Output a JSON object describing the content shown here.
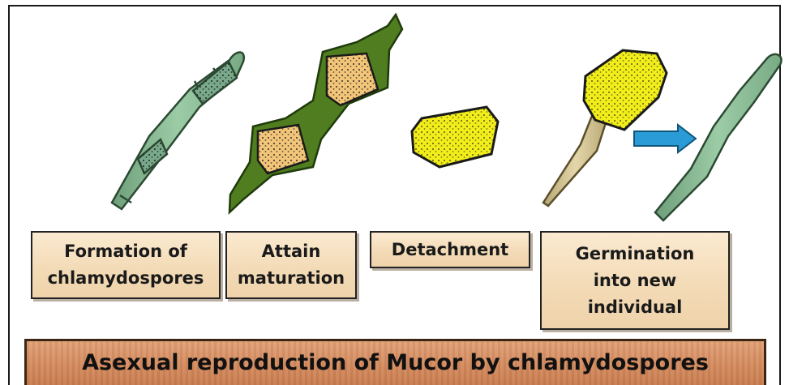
{
  "steps": [
    {
      "label_lines": [
        "Formation of",
        "chlamydospores"
      ]
    },
    {
      "label_lines": [
        "Attain",
        "maturation"
      ]
    },
    {
      "label_lines": [
        "Detachment"
      ]
    },
    {
      "label_lines": [
        "Germination",
        "into new",
        "individual"
      ]
    }
  ],
  "title": "Asexual reproduction of Mucor by chlamydospores",
  "colors": {
    "hypha_green": "#8fc29a",
    "dark_hypha": "#4c7a1d",
    "spore_orange": "#f2c579",
    "spore_yellow": "#f1ee1a",
    "germ_tube": "#c9b98a",
    "arrow_blue": "#2a9bd6",
    "label_fill": "#f6e2c2",
    "title_fill": "#d99067"
  }
}
